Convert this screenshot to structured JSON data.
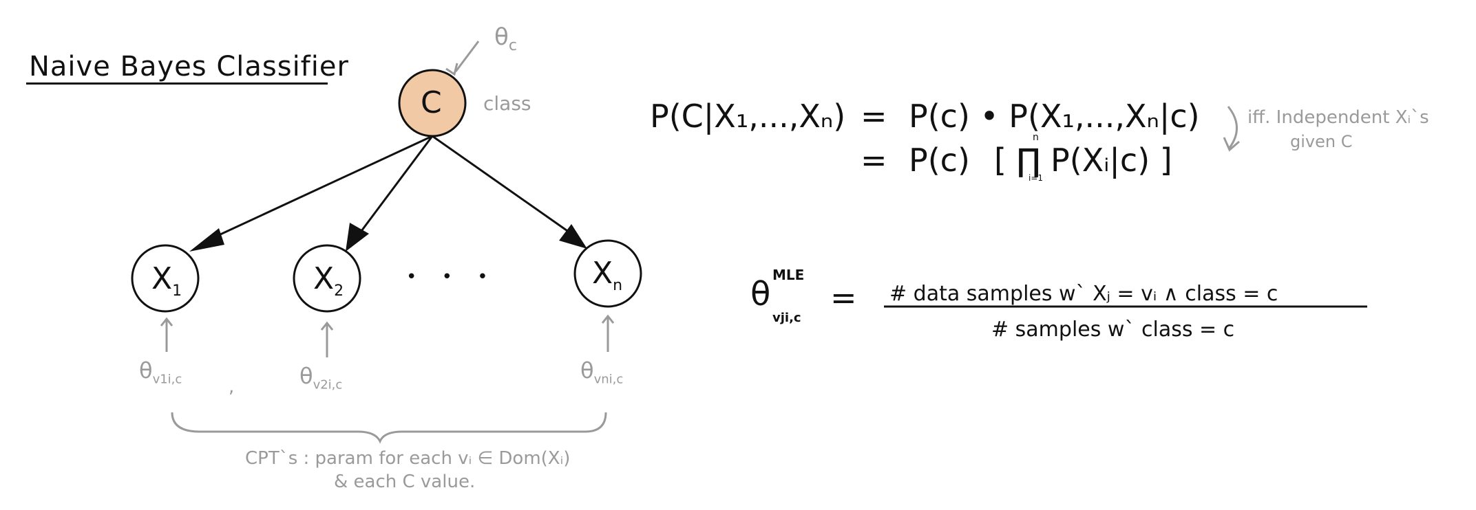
{
  "title": "Naive Bayes Classifier",
  "graph": {
    "class_node": "C",
    "class_label": "class",
    "class_param": "θ",
    "class_param_sub": "c",
    "x_nodes": [
      {
        "label": "X",
        "sub": "1"
      },
      {
        "label": "X",
        "sub": "2"
      },
      {
        "label": "X",
        "sub": "n"
      }
    ],
    "ellipsis": "• • •",
    "cpt_params": [
      {
        "theta": "θ",
        "sub": "v1i,c"
      },
      {
        "theta": "θ",
        "sub": "v2i,c"
      },
      {
        "theta": "θ",
        "sub": "vni,c"
      }
    ],
    "comma": ",",
    "cpt_note_line1": "CPT`s :  param for each vᵢ ∈ Dom(Xᵢ)",
    "cpt_note_line2": "& each  C  value."
  },
  "equation1": {
    "line1_lhs": "P(C|X₁,...,Xₙ)",
    "line1_eq": "=",
    "line1_rhs": "P(c) • P(X₁,...,Xₙ|c)",
    "line2_eq": "=",
    "line2_rhs_a": "P(c)",
    "line2_rhs_b": "[ ∏ P(Xᵢ|c) ]",
    "prod_top": "n",
    "prod_bottom": "i=1",
    "side_note_line1": "iff. Independent Xᵢ`s",
    "side_note_line2": "given C"
  },
  "equation2": {
    "lhs": "θ",
    "lhs_sup": "MLE",
    "lhs_sub": "vji,c",
    "eq": "=",
    "numerator": "# data samples w` Xⱼ = vᵢ  ∧  class = c",
    "denominator": "# samples w` class = c"
  },
  "colors": {
    "class_node_fill": "#f2c9a5",
    "ink": "#111111",
    "annotation": "#9a9a9a"
  }
}
